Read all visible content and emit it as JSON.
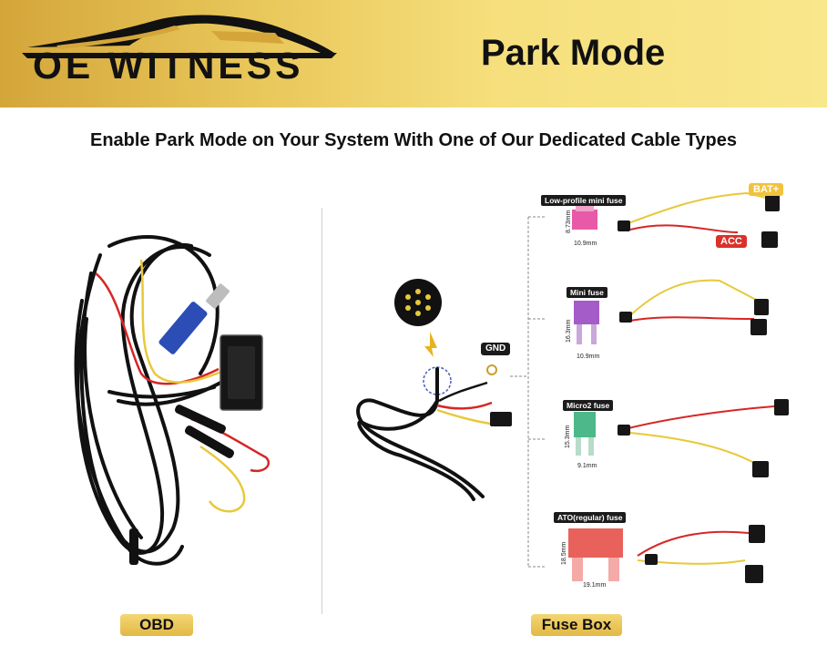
{
  "header": {
    "brand": "OE WITNESS",
    "title": "Park Mode"
  },
  "subtitle": "Enable Park Mode on Your System With One of Our Dedicated Cable Types",
  "left_panel": {
    "label": "OBD"
  },
  "right_panel": {
    "label": "Fuse Box",
    "gnd_label": "GND",
    "bat_label": "BAT+",
    "acc_label": "ACC",
    "fuses": [
      {
        "name": "Low-profile mini fuse",
        "height": "8.73mm",
        "width": "10.9mm",
        "color": "#e85aa7"
      },
      {
        "name": "Mini fuse",
        "height": "16.3mm",
        "width": "10.9mm",
        "color": "#a45cc8"
      },
      {
        "name": "Micro2 fuse",
        "height": "15.3mm",
        "width": "9.1mm",
        "color": "#4db889"
      },
      {
        "name": "ATO(regular) fuse",
        "height": "18.5mm",
        "width": "19.1mm",
        "color": "#e8615b"
      }
    ]
  },
  "colors": {
    "accent_gold": "#e3b845",
    "bat_badge": "#f2c23c",
    "acc_badge": "#d9322b"
  }
}
